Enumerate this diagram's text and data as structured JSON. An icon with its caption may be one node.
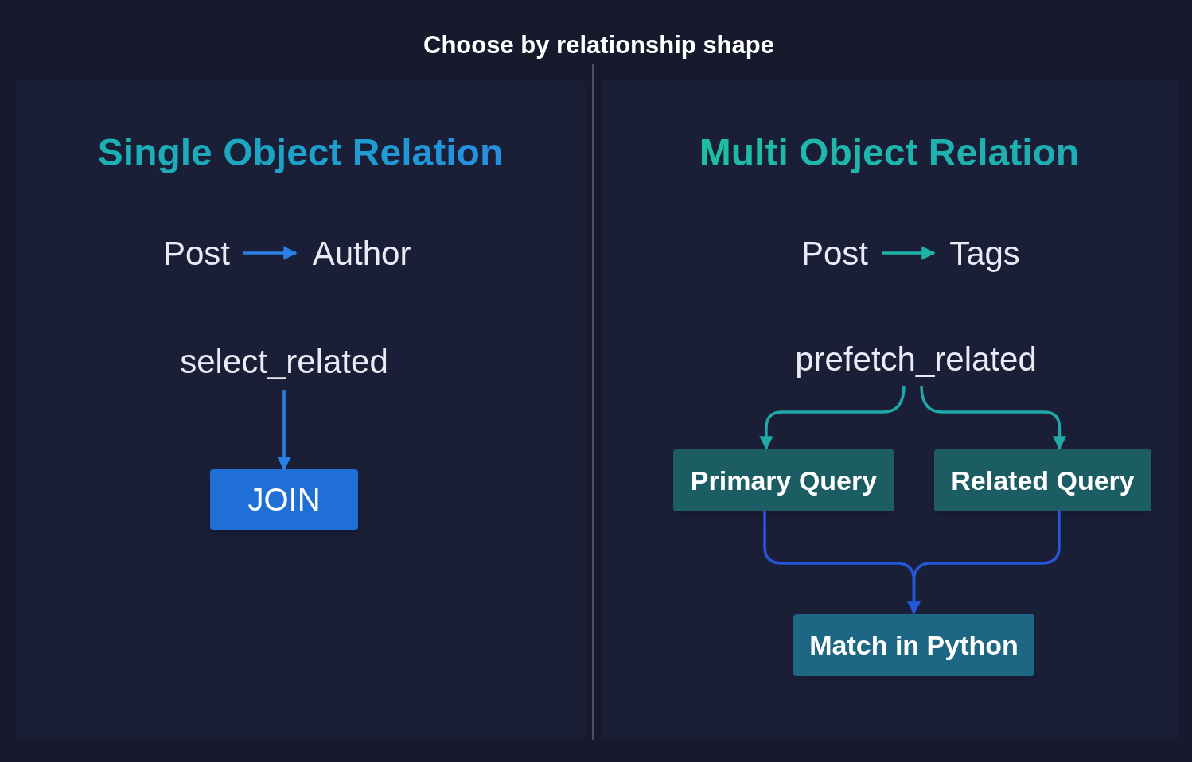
{
  "diagram": {
    "title": "Choose by relationship shape",
    "nodes": [
      {
        "text": [
          "Single Object Relation"
        ]
      },
      {
        "text": [
          "Post"
        ],
        "in": 0
      },
      {
        "text": [
          "Author"
        ],
        "in": 0
      },
      {
        "text": [
          "select_related"
        ],
        "in": 0
      },
      {
        "text": [
          "JOIN"
        ],
        "in": 0
      },
      {
        "text": [
          "Multi Object Relation"
        ]
      },
      {
        "text": [
          "Post"
        ],
        "in": 5
      },
      {
        "text": [
          "Tags"
        ],
        "in": 5
      },
      {
        "text": [
          "prefetch_related"
        ],
        "in": 5
      },
      {
        "text": [
          "Primary Query"
        ],
        "in": 5
      },
      {
        "text": [
          "Related Query"
        ],
        "in": 5
      },
      {
        "text": [
          "Match in Python"
        ],
        "in": 5
      }
    ],
    "edges": [
      {
        "from": 1,
        "to": 2,
        "arrow": "to",
        "color": "#2a80e6"
      },
      {
        "from": 3,
        "to": 4,
        "arrow": "to",
        "color": "#2a80e6"
      },
      {
        "from": 6,
        "to": 7,
        "arrow": "to",
        "color": "#1fb3a8"
      },
      {
        "from": 8,
        "to": 9,
        "arrow": "to",
        "color": "#1fa9a9"
      },
      {
        "from": 8,
        "to": 10,
        "arrow": "to",
        "color": "#1fa9a9"
      },
      {
        "from": 9,
        "to": 11,
        "arrow": "to",
        "color": "#2457d6"
      },
      {
        "from": 10,
        "to": 11,
        "arrow": "to",
        "color": "#2457d6"
      }
    ]
  }
}
